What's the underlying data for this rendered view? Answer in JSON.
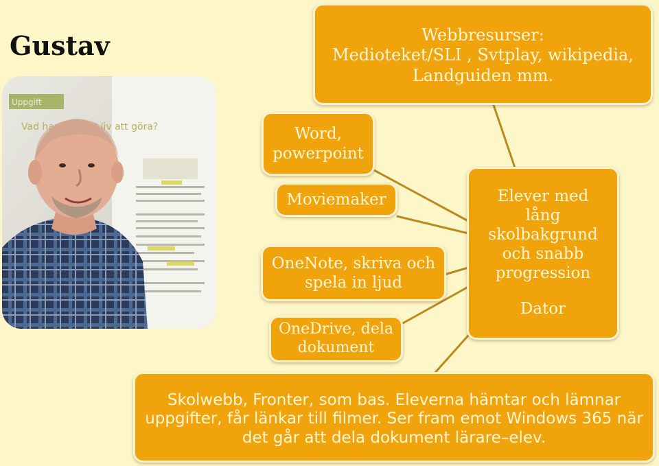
{
  "title": "Gustav",
  "boxes": {
    "web_resources": "Webbresurser:\nMedioteket/SLI , Svtplay, wikipedia,\nLandguiden mm.",
    "word": "Word,\npowerpoint",
    "moviemaker": "Moviemaker",
    "onenote": "OneNote, skriva och\nspela in ljud",
    "onedrive": "OneDrive, dela\ndokument",
    "hub_main": "Elever med\nlång\nskolbakgrund\noch snabb\nprogression",
    "hub_device": "Dator",
    "bottom": "Skolwebb, Fronter, som bas. Eleverna hämtar och lämnar\nuppgifter, får länkar till filmer. Ser fram emot Windows 365 när\ndet går att dela dokument lärare–elev."
  },
  "photo": {
    "screen_text_1": "Uppgift",
    "screen_text_2": "Vad har vi i vårt liv att göra?"
  },
  "colors": {
    "box_fill": "#f0a30a",
    "box_text": "#fdf6d6",
    "background": "#fdf6c9",
    "connector": "#b98a1c"
  }
}
